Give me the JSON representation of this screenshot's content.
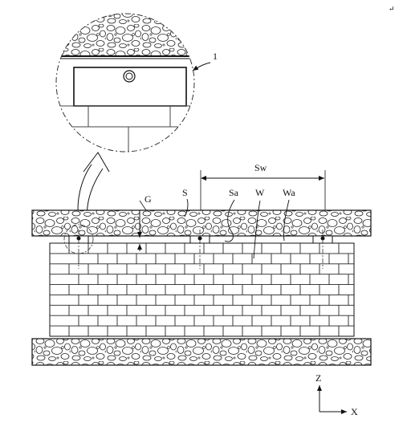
{
  "labels": {
    "detail_ref": "1",
    "span_width": "Sw",
    "slab": "S",
    "slab_anchor": "Sa",
    "wall": "W",
    "wall_anchor": "Wa",
    "gap": "G",
    "axis_z": "Z",
    "axis_x": "X",
    "corner_mark": "↵"
  },
  "colors": {
    "line": "#111111",
    "stone_fill": "#ffffff",
    "background": "#ffffff"
  }
}
